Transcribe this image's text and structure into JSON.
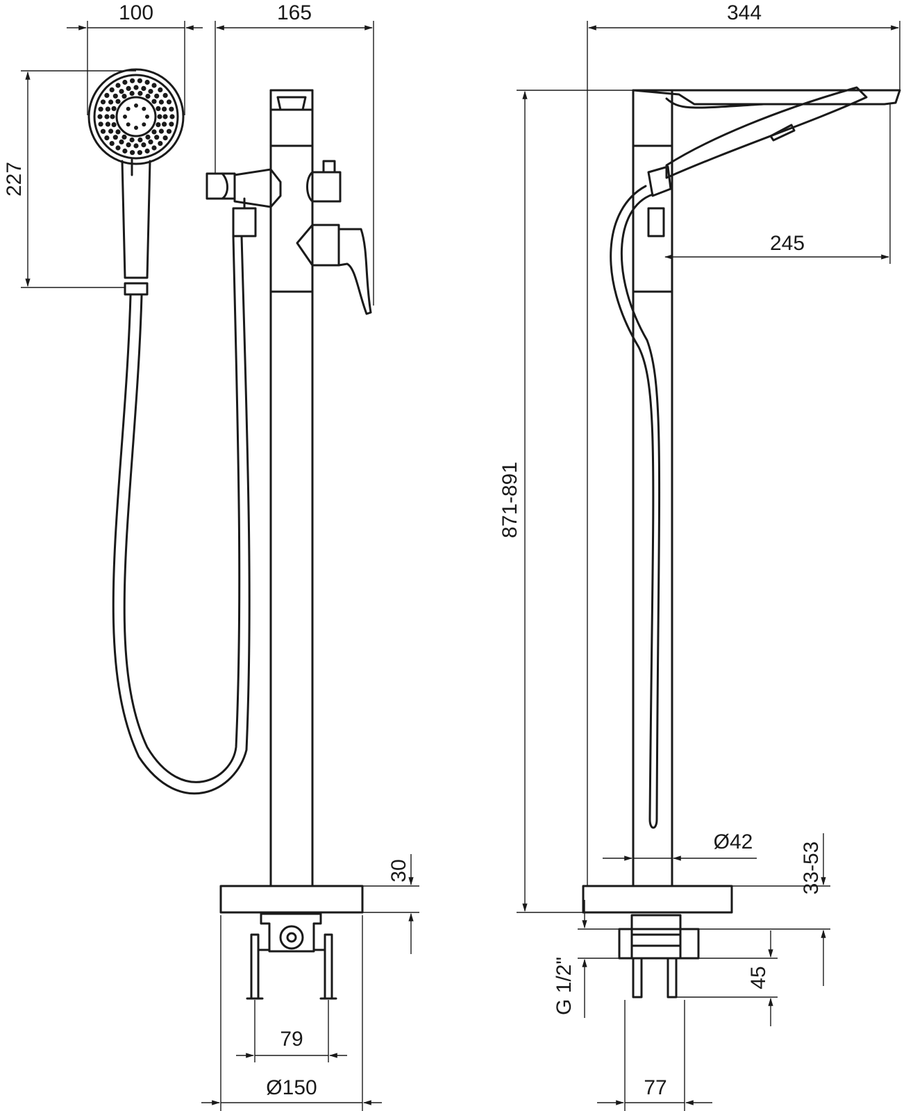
{
  "dimensions": {
    "shower_head_width": "100",
    "holder_reach": "165",
    "overall_length": "344",
    "shower_head_height": "227",
    "overall_height": "871-891",
    "spout_reach": "245",
    "pipe_diameter": "Ø42",
    "base_height": "30",
    "floor_adjust": "33-53",
    "connection_thread": "G 1/2\"",
    "mount_depth": "45",
    "mount_spacing": "79",
    "base_diameter": "Ø150",
    "mount_width": "77"
  },
  "colors": {
    "line": "#1a1a1a",
    "background": "#ffffff"
  }
}
